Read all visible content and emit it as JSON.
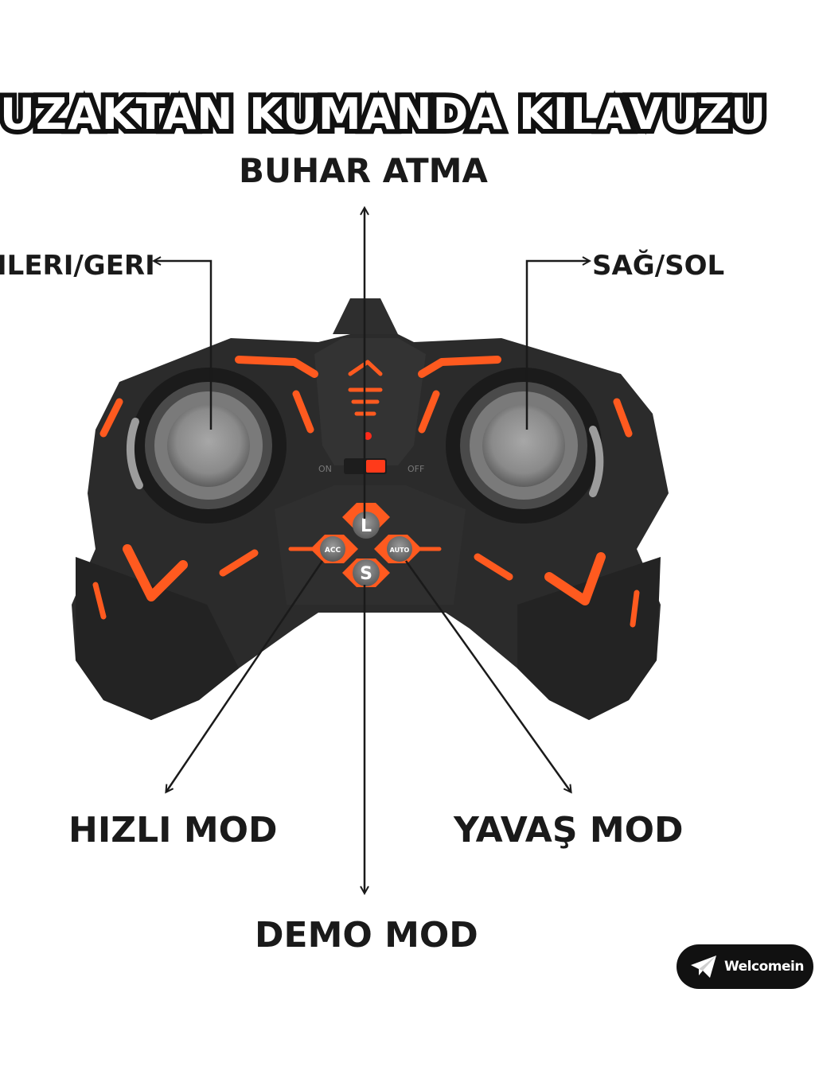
{
  "title": "UZAKTAN KUMANDA KILAVUZU",
  "labels": {
    "steam": "BUHAR ATMA",
    "forward_back": "ILERI/GERI",
    "left_right": "SAĞ/SOL",
    "fast_mode": "HIZLI MOD",
    "slow_mode": "YAVAŞ MOD",
    "demo_mode": "DEMO MOD"
  },
  "controller": {
    "switch_on": "ON",
    "switch_off": "OFF",
    "buttons": {
      "top": "L",
      "bottom": "S",
      "left": "ACC",
      "right": "AUTO"
    },
    "colors": {
      "body": "#2b2b2b",
      "accent": "#ff5a1f",
      "stick": "#8e8e8e"
    }
  },
  "badge": {
    "text": "Welcomein",
    "icon": "paper-plane-icon"
  }
}
